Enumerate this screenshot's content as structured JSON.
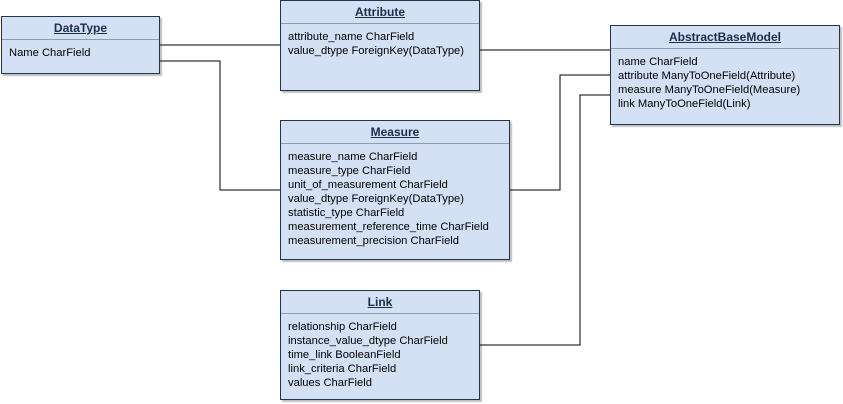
{
  "entities": {
    "datatype": {
      "title": "DataType",
      "fields": [
        "Name CharField"
      ]
    },
    "attribute": {
      "title": "Attribute",
      "fields": [
        "attribute_name CharField",
        "value_dtype ForeignKey(DataType)"
      ]
    },
    "abstract": {
      "title": "AbstractBaseModel",
      "fields": [
        "name CharField",
        "attribute ManyToOneField(Attribute)",
        "measure ManyToOneField(Measure)",
        "link ManyToOneField(Link)"
      ]
    },
    "measure": {
      "title": "Measure",
      "fields": [
        "measure_name CharField",
        "measure_type CharField",
        "unit_of_measurement CharField",
        "value_dtype ForeignKey(DataType)",
        "statistic_type CharField",
        "measurement_reference_time CharField",
        "measurement_precision CharField"
      ]
    },
    "link": {
      "title": "Link",
      "fields": [
        "relationship CharField",
        "instance_value_dtype CharField",
        "time_link BooleanField",
        "link_criteria CharField",
        "values CharField"
      ]
    }
  },
  "colors": {
    "fill": "#d4e1f5",
    "border": "#1f3550",
    "title": "#1a2e4d",
    "connector": "#000000"
  }
}
